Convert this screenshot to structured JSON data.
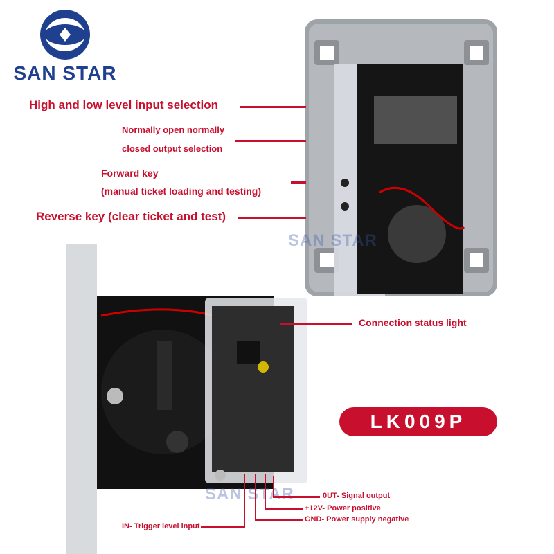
{
  "brand": {
    "name": "SAN STAR",
    "watermark": "SAN STAR"
  },
  "model": "LK009P",
  "callouts": {
    "level_select": "High and low level input selection",
    "no_nc_line1": "Normally open normally",
    "no_nc_line2": "closed output selection",
    "forward_line1": "Forward key",
    "forward_line2": "(manual ticket loading and testing)",
    "reverse": "Reverse key (clear ticket and test)",
    "status_light": "Connection status light"
  },
  "wires": {
    "out": "0UT- Signal output",
    "v12": "+12V- Power positive",
    "gnd": "GND- Power supply negative",
    "in": "IN- Trigger level input"
  },
  "colors": {
    "accent": "#c8102e",
    "brand_blue": "#1f3f8f"
  }
}
